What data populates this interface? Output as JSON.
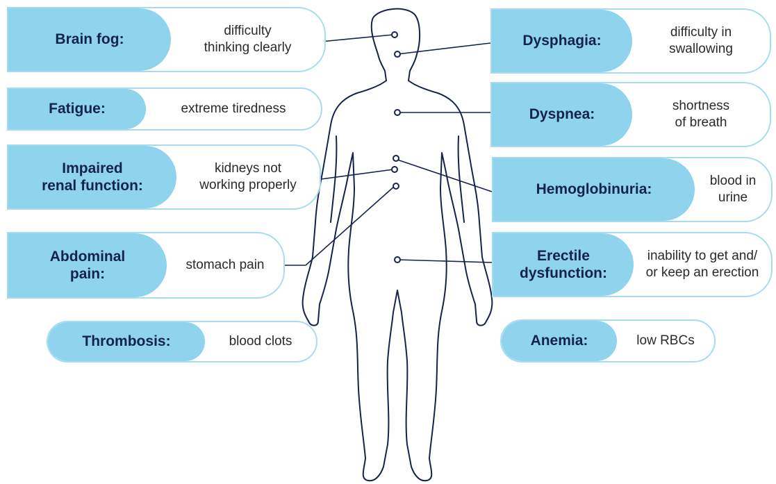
{
  "colors": {
    "term_fill": "#8fd3ec",
    "pill_border": "#a7dcef",
    "outline": "#13234b"
  },
  "symptoms": {
    "brain_fog": {
      "term": "Brain fog:",
      "desc": "difficulty\nthinking clearly"
    },
    "fatigue": {
      "term": "Fatigue:",
      "desc": "extreme tiredness"
    },
    "renal": {
      "term": "Impaired\nrenal function:",
      "desc": "kidneys not\nworking properly"
    },
    "abdominal": {
      "term": "Abdominal\npain:",
      "desc": "stomach pain"
    },
    "thrombosis": {
      "term": "Thrombosis:",
      "desc": "blood clots"
    },
    "dysphagia": {
      "term": "Dysphagia:",
      "desc": "difficulty in\nswallowing"
    },
    "dyspnea": {
      "term": "Dyspnea:",
      "desc": "shortness\nof breath"
    },
    "hemoglobinuria": {
      "term": "Hemoglobinuria:",
      "desc": "blood in\nurine"
    },
    "erectile": {
      "term": "Erectile\ndysfunction:",
      "desc": "inability to get and/\nor keep an erection"
    },
    "anemia": {
      "term": "Anemia:",
      "desc": "low RBCs"
    }
  }
}
